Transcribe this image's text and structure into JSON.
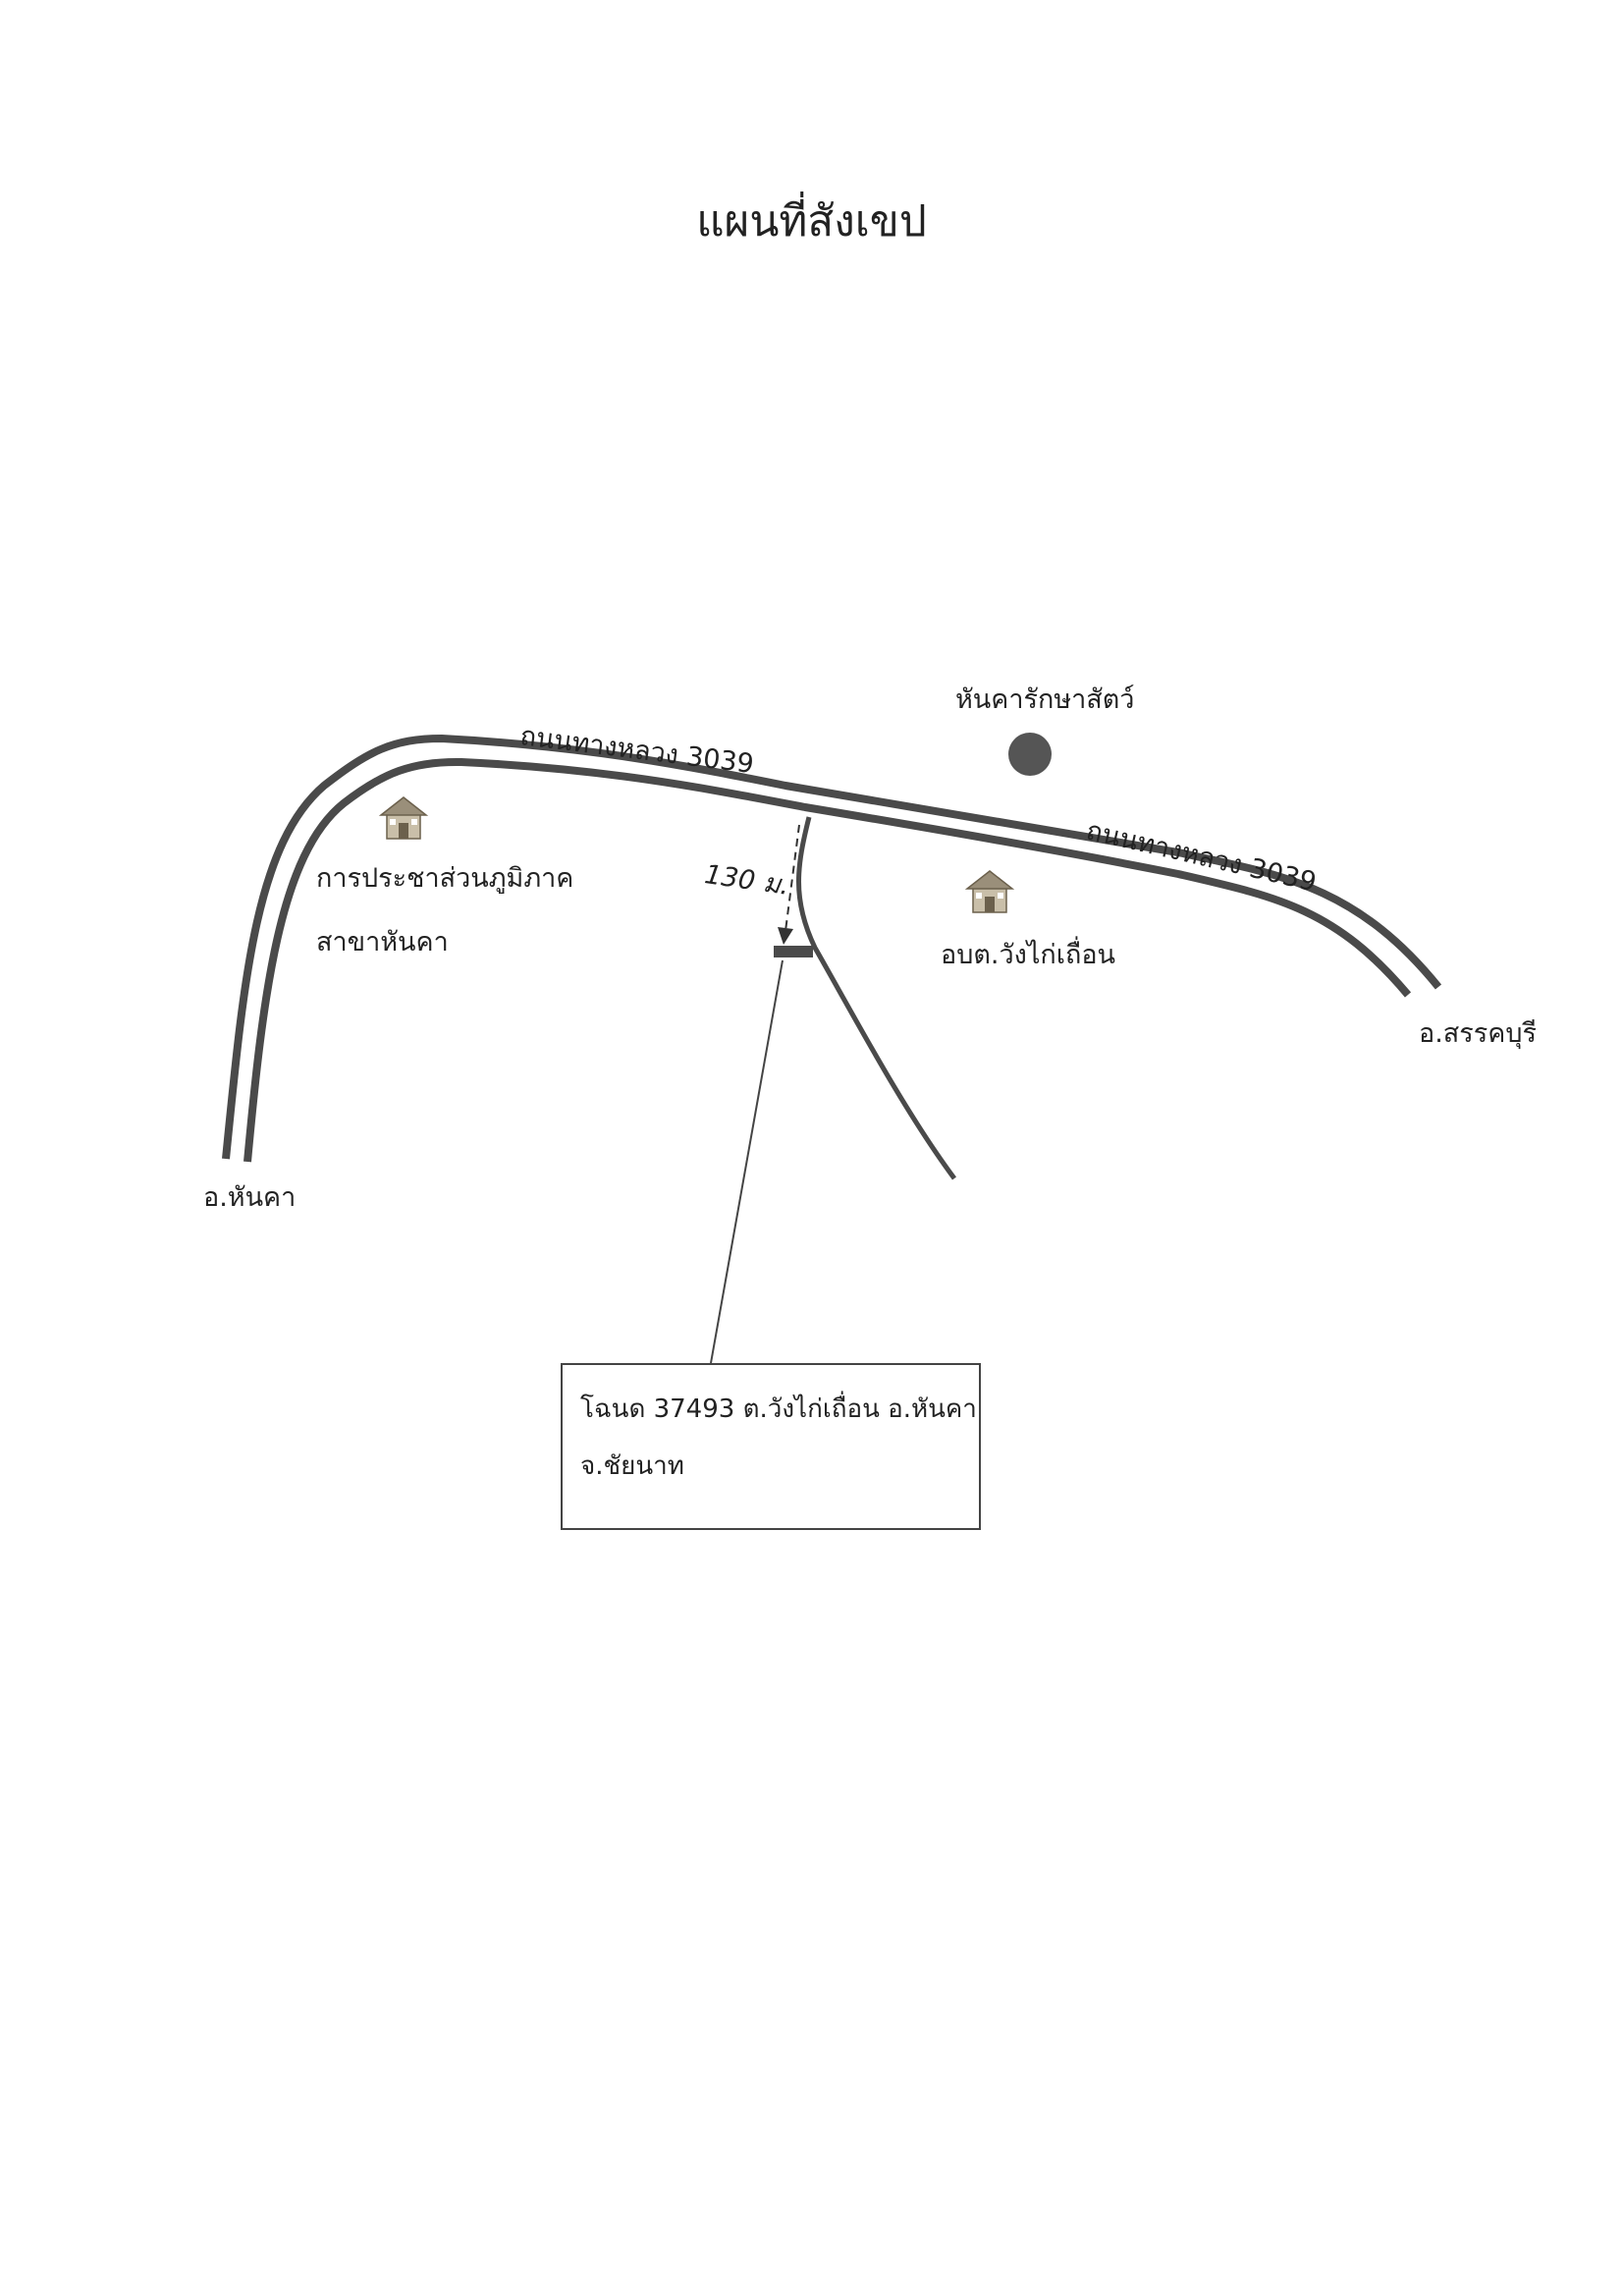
{
  "title": "แผนที่สังเขป",
  "map": {
    "roads": [
      {
        "name": "ถนนทางหลวง 3039"
      },
      {
        "name": "ถนนทางหลวง 3039"
      }
    ],
    "destinations": {
      "west": "อ.หันคา",
      "east": "อ.สรรคบุรี"
    },
    "landmarks": [
      {
        "label": "หันคารักษาสัตว์",
        "icon": "dot-marker-icon"
      },
      {
        "label_lines": [
          "การประชาส่วนภูมิภาค",
          "สาขาหันคา"
        ],
        "icon": "building-icon"
      },
      {
        "label": "อบต.วังไก่เถื่อน",
        "icon": "building-icon"
      }
    ],
    "distance": "130 ม.",
    "deed": {
      "line1": "โฉนด 37493 ต.วังไก่เถื่อน  อ.หันคา",
      "line2": "จ.ชัยนาท"
    },
    "colors": {
      "road": "#4a4a4a",
      "road_fill": "#ffffff",
      "marker": "#555555",
      "building": "#9a8f7a"
    }
  }
}
